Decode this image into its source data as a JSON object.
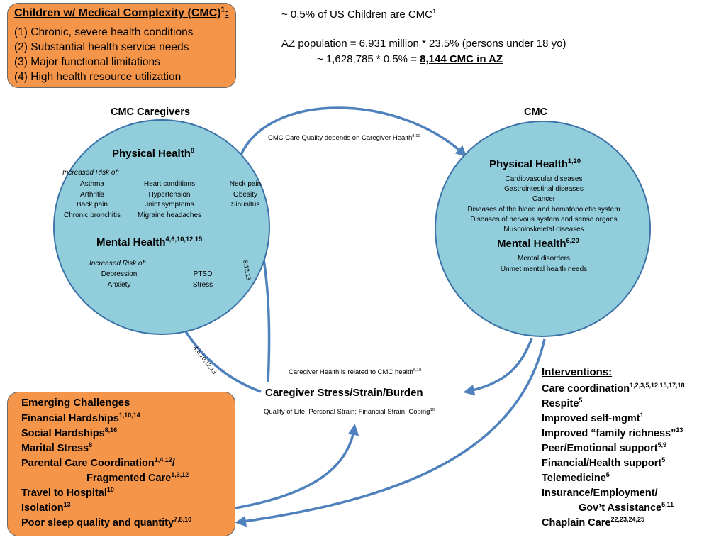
{
  "cmc_box": {
    "title": "Children w/ Medical Complexity (CMC)",
    "title_ref": "1",
    "title_colon": ":",
    "items": [
      "(1)  Chronic, severe health conditions",
      "(2)  Substantial health service needs",
      "(3)  Major functional limitations",
      "(4)  High health resource utilization"
    ]
  },
  "stats": {
    "line1": "~ 0.5% of US Children are CMC",
    "line1_ref": "1",
    "line2": "AZ population = 6.931 million * 23.5% (persons under 18 yo)",
    "line3_prefix": "~ 1,628,785 * 0.5% = ",
    "line3_emph": "8,144 CMC in AZ"
  },
  "caregivers": {
    "heading": "CMC Caregivers",
    "physical_title": "Physical Health",
    "physical_ref": "8",
    "increased_risk": "Increased Risk of:",
    "col1": [
      "Asthma",
      "Arthritis",
      "Back pain",
      "Chronic bronchitis"
    ],
    "col2": [
      "Heart conditions",
      "Hypertension",
      "Joint symptoms",
      "Migraine headaches"
    ],
    "col3": [
      "Neck pain",
      "Obesity",
      "Sinusitus"
    ],
    "mental_title": "Mental Health",
    "mental_ref": "4,6,10,12,15",
    "mental_risk": "Increased Risk of:",
    "mental_col1": [
      "Depression",
      "Anxiety"
    ],
    "mental_col2": [
      "PTSD",
      "Stress"
    ]
  },
  "cmc": {
    "heading": "CMC",
    "physical_title": "Physical Health",
    "physical_ref": "1,20",
    "physical_items": [
      "Cardiovascular diseases",
      "Gastrointestinal diseases",
      "Cancer",
      "Diseases of the blood and hematopoietic system",
      "Diseases of nervous system and sense organs",
      "Muscoloskeletal diseases"
    ],
    "mental_title": "Mental Health",
    "mental_ref": "6,20",
    "mental_items": [
      "Mental disorders",
      "Unmet mental health needs"
    ]
  },
  "labels": {
    "quality": "CMC Care Quality depends on Caregiver Health",
    "quality_ref": "8,10",
    "related": "Caregiver Health is related to CMC health",
    "related_ref": "6,10",
    "refs_a": "8,12,13",
    "refs_b": "4,6,10,12,13"
  },
  "stress": {
    "title": "Caregiver Stress/Strain/Burden",
    "subtitle": "Quality of Life; Personal Strain; Financial Strain; Coping",
    "subtitle_ref": "10"
  },
  "challenges": {
    "title": "Emerging Challenges",
    "items": [
      {
        "text": "Financial Hardships",
        "ref": "1,10,14"
      },
      {
        "text": "Social Hardships",
        "ref": "8,16"
      },
      {
        "text": "Marital Stress",
        "ref": "8"
      },
      {
        "text": "Parental Care Coordination",
        "ref": "1,4,12",
        "suffix": "/"
      },
      {
        "text": "Fragmented Care",
        "ref": "1,3,12",
        "indent": true
      },
      {
        "text": "Travel to Hospital",
        "ref": "10"
      },
      {
        "text": "Isolation",
        "ref": "13"
      },
      {
        "text": "Poor sleep quality and quantity",
        "ref": "7,8,10"
      }
    ]
  },
  "interventions": {
    "title": "Interventions:",
    "items": [
      {
        "text": "Care coordination",
        "ref": "1,2,3,5,12,15,17,18"
      },
      {
        "text": "Respite",
        "ref": "5"
      },
      {
        "text": "Improved self-mgmt",
        "ref": "1"
      },
      {
        "text": "Improved “family richness”",
        "ref": "13"
      },
      {
        "text": "Peer/Emotional support",
        "ref": "5,9"
      },
      {
        "text": "Financial/Health support",
        "ref": "5"
      },
      {
        "text": "Telemedicine",
        "ref": "5"
      },
      {
        "text": "Insurance/Employment/",
        "ref": ""
      },
      {
        "text": "Gov’t Assistance",
        "ref": "5,11",
        "indent": true
      },
      {
        "text": "Chaplain Care",
        "ref": "22,23,24,25"
      }
    ]
  },
  "colors": {
    "orange_box": "#f5954a",
    "circle_fill": "#92cddc",
    "arrow": "#4f81bd"
  }
}
